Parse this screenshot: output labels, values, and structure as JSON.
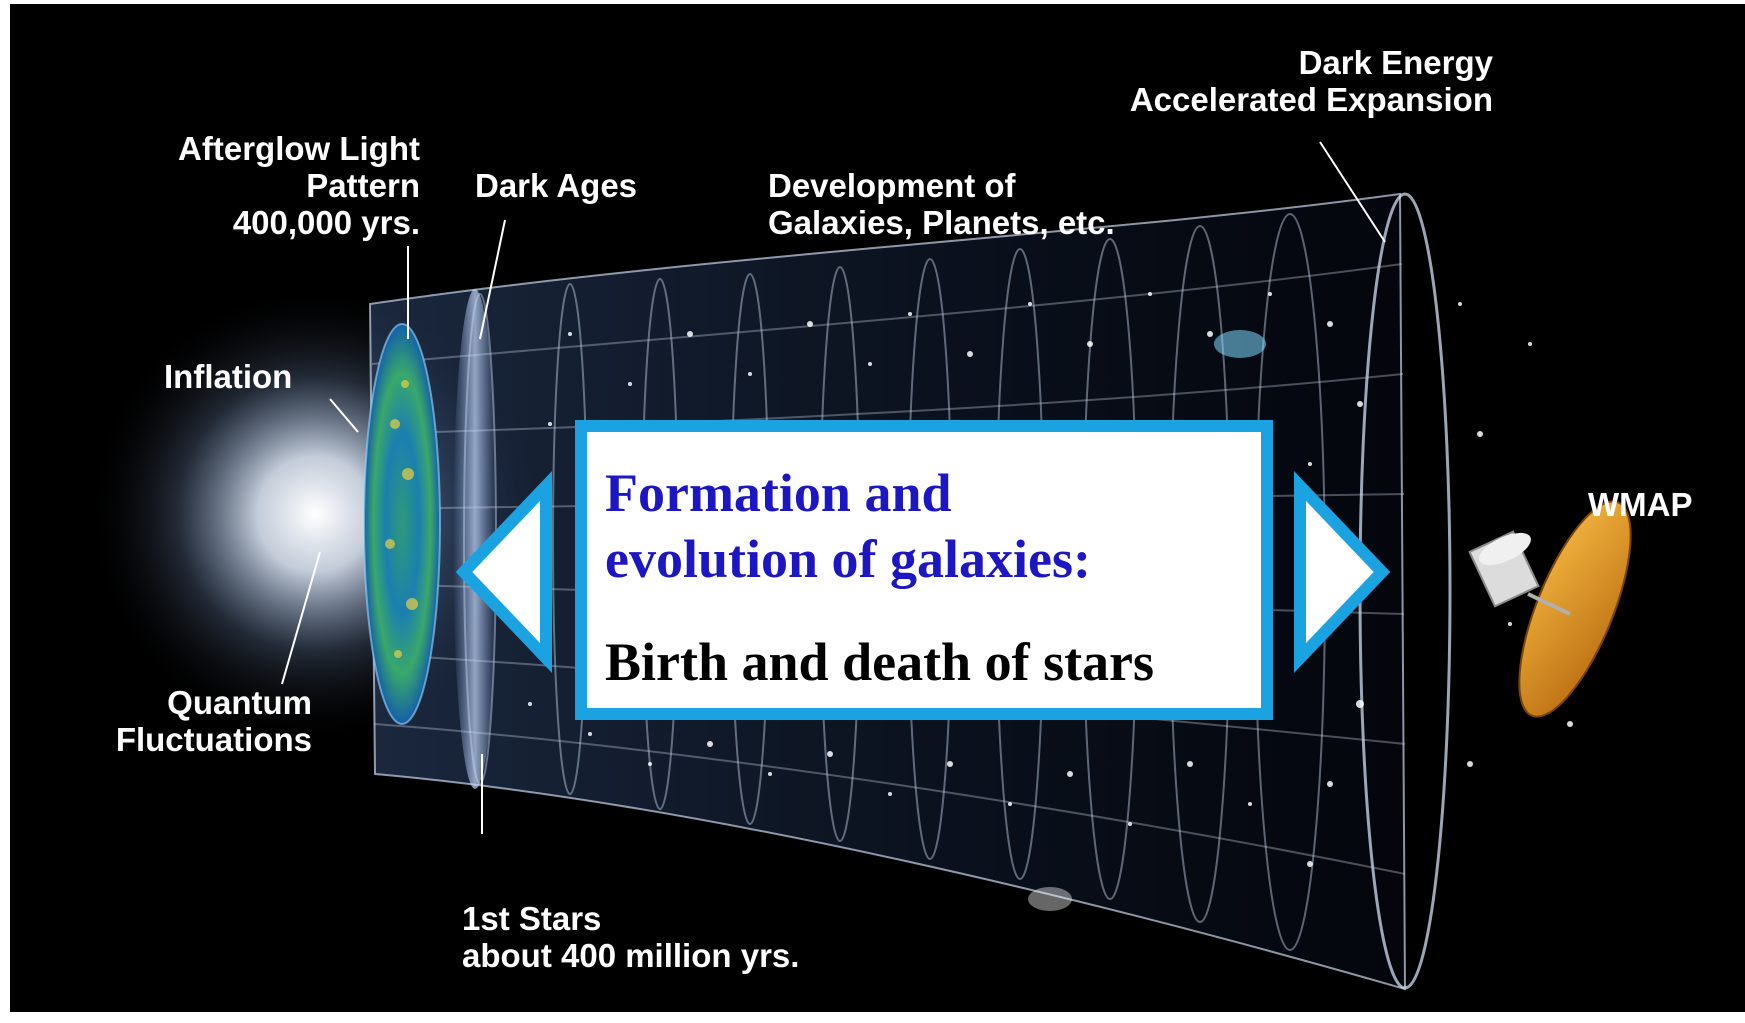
{
  "labels": {
    "dark_energy": [
      "Dark Energy",
      "Accelerated Expansion"
    ],
    "afterglow": [
      "Afterglow Light",
      "Pattern",
      "400,000 yrs."
    ],
    "dark_ages": "Dark Ages",
    "development": [
      "Development of",
      "Galaxies, Planets, etc."
    ],
    "inflation": "Inflation",
    "quantum": [
      "Quantum",
      "Fluctuations"
    ],
    "first_stars": [
      "1st Stars",
      "about 400 million yrs."
    ],
    "wmap": "WMAP"
  },
  "callout": {
    "title": [
      "Formation and",
      "evolution of galaxies:"
    ],
    "subtitle": "Birth and death of stars"
  },
  "colors": {
    "background": "#000000",
    "callout_border": "#1aa3e0",
    "callout_title": "#1c17c2",
    "callout_subtitle": "#000000",
    "label_text": "#ffffff"
  },
  "icons": [
    "big-bang-glow-icon",
    "cmb-disc-icon",
    "wmap-satellite-icon",
    "double-arrow-icon"
  ]
}
